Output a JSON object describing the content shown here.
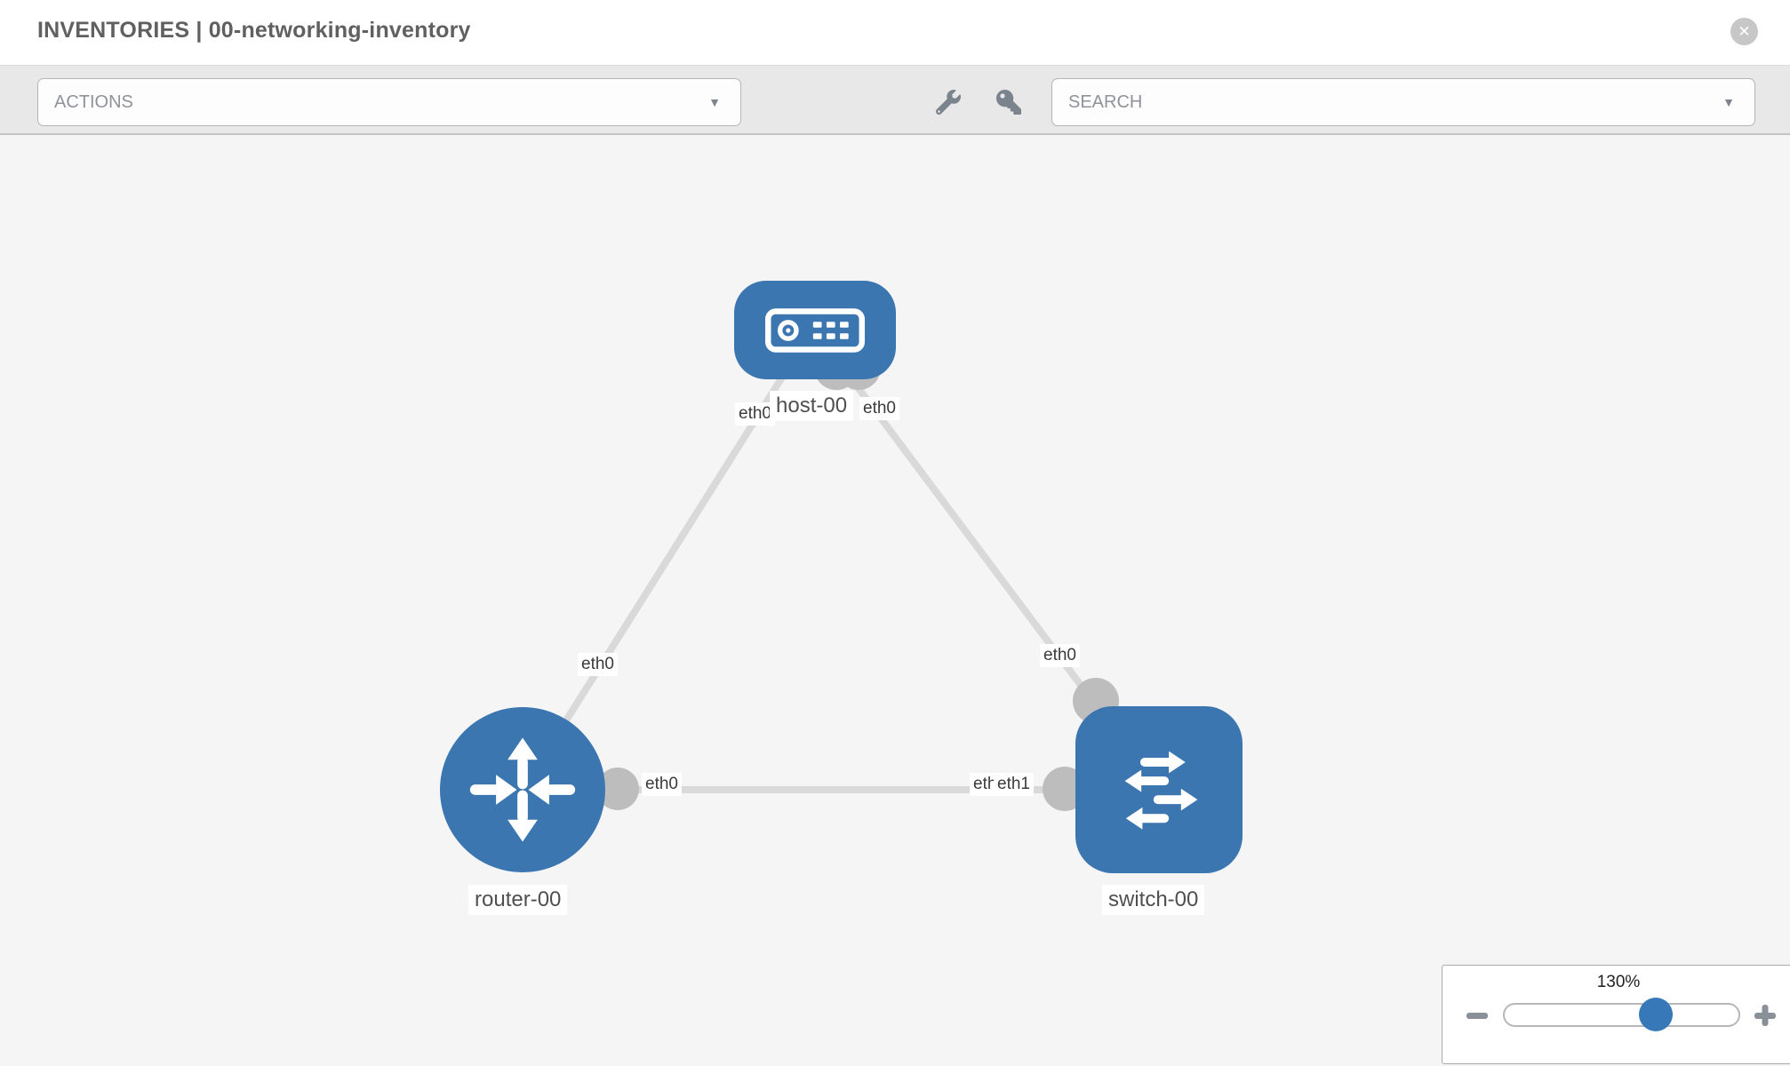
{
  "header": {
    "title": "INVENTORIES | 00-networking-inventory"
  },
  "toolbar": {
    "actions_label": "ACTIONS",
    "search_label": "SEARCH"
  },
  "icons": {
    "close_icon": "✕",
    "dropdown_caret": "▼",
    "wrench_icon": "wrench",
    "key_icon": "key",
    "minus_icon": "−",
    "plus_icon": "+"
  },
  "topology": {
    "nodes": [
      {
        "label": "host-00",
        "type": "host"
      },
      {
        "label": "router-00",
        "type": "router"
      },
      {
        "label": "switch-00",
        "type": "switch"
      }
    ],
    "links": [
      {
        "from": "host-00",
        "to": "router-00"
      },
      {
        "from": "host-00",
        "to": "switch-00"
      },
      {
        "from": "router-00",
        "to": "switch-00"
      }
    ],
    "interface_labels": [
      {
        "text": "eth0",
        "near": "host-00-left"
      },
      {
        "text": "eth0",
        "near": "host-00-right"
      },
      {
        "text": "eth0",
        "near": "router-00-top"
      },
      {
        "text": "eth0",
        "near": "switch-00-top"
      },
      {
        "text": "eth0",
        "near": "router-00-right"
      },
      {
        "text": "eth0",
        "near": "switch-00-left-partially-covered"
      },
      {
        "text": "eth1",
        "near": "switch-00-left"
      }
    ]
  },
  "zoom_control": {
    "level": "130%"
  },
  "colors": {
    "node_blue": "#3b76b0",
    "slider_handle_blue": "#3778b9",
    "edge_gray": "#d9d9d9",
    "interface_dot_gray": "#bdbdbd",
    "canvas_bg": "#f5f5f5",
    "toolbar_bg": "#e8e8e8"
  }
}
